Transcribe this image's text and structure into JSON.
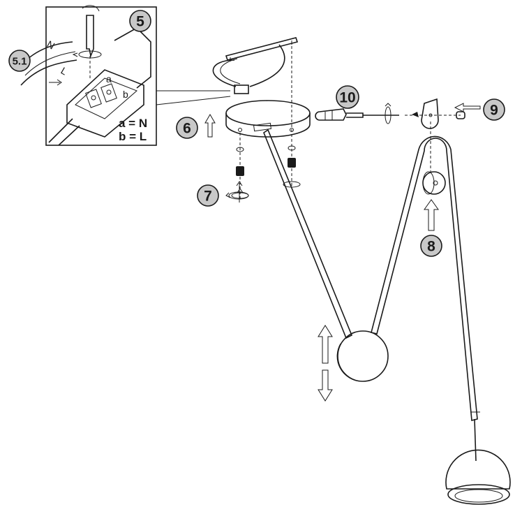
{
  "steps": {
    "s5": "5",
    "s5_1": "5.1",
    "s6": "6",
    "s7": "7",
    "s8": "8",
    "s9": "9",
    "s10": "10"
  },
  "wiring": {
    "n": "N",
    "l": "L",
    "terminal_a": "a",
    "terminal_b": "b",
    "legend_a": "a = N",
    "legend_b": "b = L"
  },
  "colors": {
    "badge_fill": "#c8c8c8",
    "line": "#1a1a1a"
  }
}
